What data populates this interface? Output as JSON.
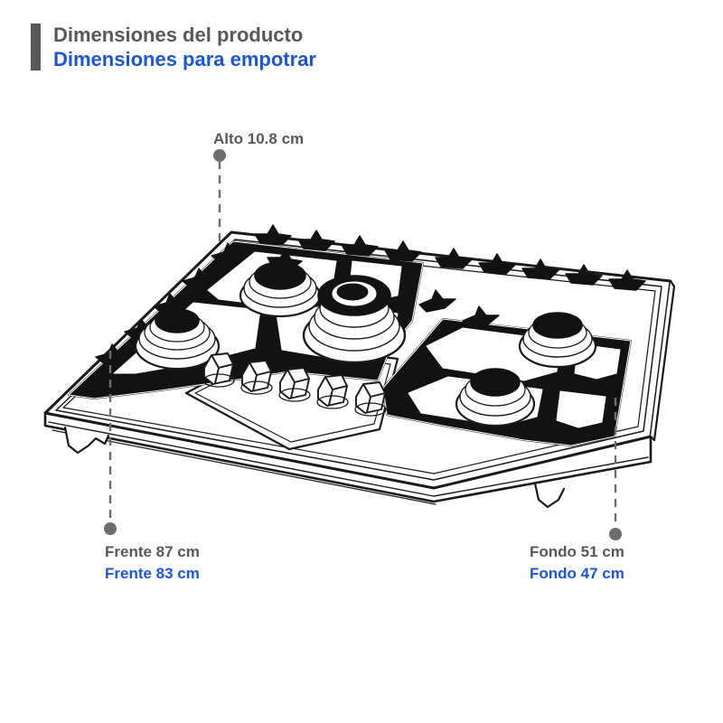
{
  "header": {
    "accent_color": "#58585a",
    "line1": "Dimensiones del producto",
    "line2": "Dimensiones para empotrar",
    "line1_color": "#58585a",
    "line2_color": "#1a56dd"
  },
  "colors": {
    "gray_text": "#58585a",
    "blue_text": "#1a56dd",
    "leader_line": "#6d6d70",
    "artwork_stroke": "#1a1a1a",
    "background": "#ffffff"
  },
  "dimensions": {
    "alto": {
      "name": "height-dimension",
      "product": "Alto 10.8 cm",
      "builtin": null,
      "value_cm": 10.8,
      "unit": "cm"
    },
    "frente": {
      "name": "width-dimension",
      "product": "Frente 87 cm",
      "builtin": "Frente 83 cm",
      "product_value_cm": 87,
      "builtin_value_cm": 83,
      "unit": "cm"
    },
    "fondo": {
      "name": "depth-dimension",
      "product": "Fondo 51 cm",
      "builtin": "Fondo 47 cm",
      "product_value_cm": 51,
      "builtin_value_cm": 47,
      "unit": "cm"
    }
  },
  "illustration": {
    "subject": "gas-cooktop",
    "style": "black-and-white-line-art",
    "burner_count": 5,
    "knob_count": 5
  }
}
